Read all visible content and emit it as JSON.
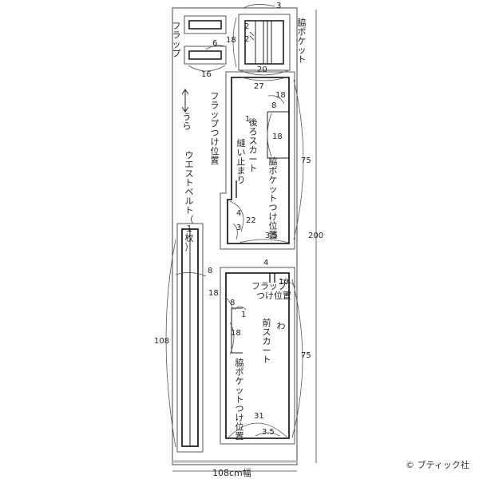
{
  "labels": {
    "flap": "フラップ",
    "side_pocket": "脇ポケット",
    "ura": "うら",
    "flap_position": "フラップつけ位置",
    "back_skirt": "後ろスカート",
    "sew_stop": "縫い止まり",
    "side_pocket_position": "脇ポケットつけ位置",
    "waist_belt": "ウエストベルト（１枚）",
    "flap_position_front": "フラップつけ位置",
    "front_skirt": "前スカート",
    "wa": "わ",
    "side_pocket_position_front": "脇ポケットつけ位置",
    "fabric_width": "108cm幅",
    "credit": "© ブティック社"
  },
  "dims": {
    "top_pocket_3": "3",
    "pocket_2a": "2",
    "pocket_2b": "2",
    "pocket_18": "18",
    "pocket_20": "20",
    "flap_6": "6",
    "flap_16": "16",
    "back_27": "27",
    "back_18a": "18",
    "back_8": "8",
    "back_1": "1",
    "back_18b": "18",
    "back_75": "75",
    "back_4": "4",
    "back_22": "22",
    "back_3": "3",
    "back_35": "3.5",
    "total_200": "200",
    "front_4": "4",
    "front_10": "10",
    "belt_8": "8",
    "front_18a": "18",
    "front_8": "8",
    "front_1": "1",
    "front_18b": "18",
    "front_75": "75",
    "belt_108": "108",
    "front_31": "31",
    "front_35": "3.5"
  }
}
